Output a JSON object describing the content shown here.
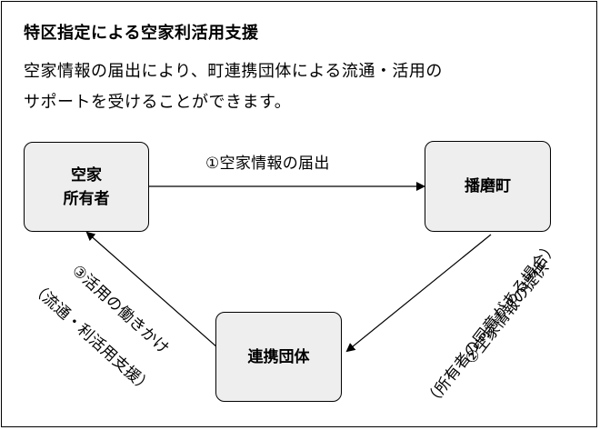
{
  "title": "特区指定による空家利活用支援",
  "description_line1": "空家情報の届出により、町連携団体による流通・活用の",
  "description_line2": "サポートを受けることができます。",
  "nodes": {
    "owner": [
      "空家",
      "所有者"
    ],
    "town": "播磨町",
    "partner": "連携団体"
  },
  "edges": {
    "owner_to_town": "①空家情報の届出",
    "town_to_partner_line1": "②空家情報の提供",
    "town_to_partner_line2": "（所有者の同意がある場合）",
    "partner_to_owner_line1": "③活用の働きかけ",
    "partner_to_owner_line2": "（流通・利活用支援）"
  }
}
